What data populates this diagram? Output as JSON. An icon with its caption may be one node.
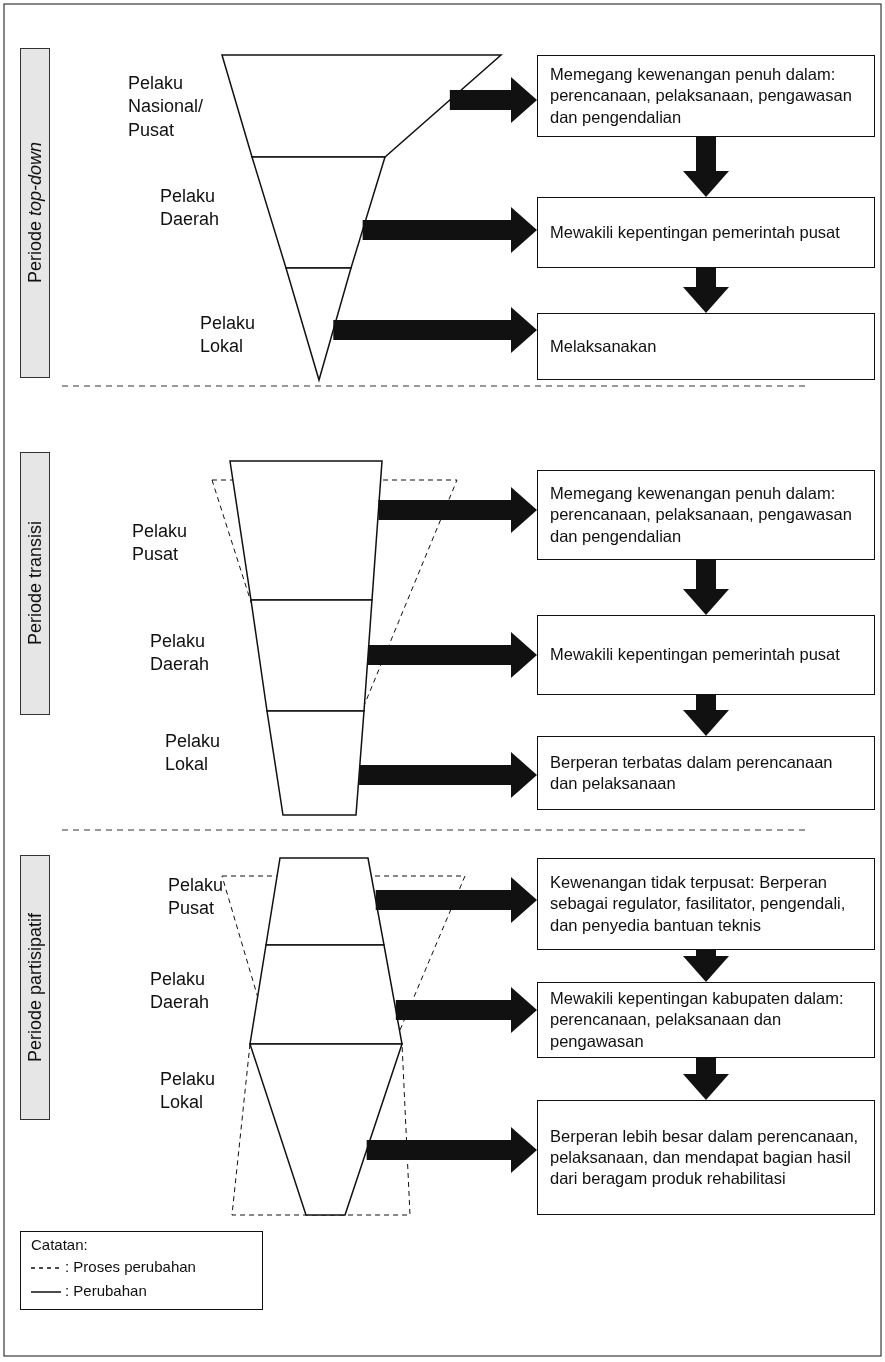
{
  "diagram": {
    "nodes": [
      {
        "text": [
          "Periode *top-down*"
        ]
      },
      {
        "text": [],
        "shape": "trapezoid",
        "beside": [
          "Pelaku Nasional/ Pusat"
        ]
      },
      {
        "text": [
          "Memegang kewenangan penuh dalam: perencanaan, pelaksanaan, pengawasan dan pengendalian"
        ]
      },
      {
        "text": [],
        "shape": "trapezoid",
        "beside": [
          "Pelaku Daerah"
        ]
      },
      {
        "text": [
          "Mewakili kepentingan pemerintah pusat"
        ]
      },
      {
        "text": [],
        "shape": "triangle",
        "beside": [
          "Pelaku Lokal"
        ]
      },
      {
        "text": [
          "Melaksanakan"
        ]
      },
      {
        "text": [
          "Periode transisi"
        ]
      },
      {
        "text": [],
        "shape": "trapezoid",
        "beside": [
          "Pelaku Pusat"
        ]
      },
      {
        "text": [
          "Memegang kewenangan penuh dalam: perencanaan, pelaksanaan, pengawasan dan pengendalian"
        ]
      },
      {
        "text": [],
        "shape": "trapezoid",
        "beside": [
          "Pelaku Daerah"
        ]
      },
      {
        "text": [
          "Mewakili kepentingan pemerintah pusat"
        ]
      },
      {
        "text": [],
        "shape": "trapezoid",
        "beside": [
          "Pelaku Lokal"
        ]
      },
      {
        "text": [
          "Berperan terbatas dalam perencanaan dan pelaksanaan"
        ]
      },
      {
        "text": [
          "Periode partisipatif"
        ]
      },
      {
        "text": [],
        "shape": "trapezoid",
        "beside": [
          "Pelaku Pusat"
        ]
      },
      {
        "text": [
          "Kewenangan tidak terpusat: Berperan sebagai regulator, fasilitator, pengendali, dan penyedia bantuan teknis"
        ]
      },
      {
        "text": [],
        "shape": "trapezoid",
        "beside": [
          "Pelaku Daerah"
        ]
      },
      {
        "text": [
          "Mewakili kepentingan kabupaten dalam: perencanaan, pelaksanaan dan pengawasan"
        ]
      },
      {
        "text": [],
        "shape": "trapezoid",
        "beside": [
          "Pelaku Lokal"
        ]
      },
      {
        "text": [
          "Berperan lebih besar dalam perencanaan, pelaksanaan, dan mendapat bagian hasil dari beragam produk rehabilitasi"
        ]
      }
    ],
    "edges": [
      {
        "from": 1,
        "to": 2,
        "arrow": "to"
      },
      {
        "from": 2,
        "to": 4,
        "arrow": "to"
      },
      {
        "from": 3,
        "to": 4,
        "arrow": "to"
      },
      {
        "from": 4,
        "to": 6,
        "arrow": "to"
      },
      {
        "from": 5,
        "to": 6,
        "arrow": "to"
      },
      {
        "from": 8,
        "to": 9,
        "arrow": "to"
      },
      {
        "from": 9,
        "to": 11,
        "arrow": "to"
      },
      {
        "from": 10,
        "to": 11,
        "arrow": "to"
      },
      {
        "from": 11,
        "to": 13,
        "arrow": "to"
      },
      {
        "from": 12,
        "to": 13,
        "arrow": "to"
      },
      {
        "from": 15,
        "to": 16,
        "arrow": "to"
      },
      {
        "from": 16,
        "to": 18,
        "arrow": "to"
      },
      {
        "from": 17,
        "to": 18,
        "arrow": "to"
      },
      {
        "from": 18,
        "to": 20,
        "arrow": "to"
      },
      {
        "from": 19,
        "to": 20,
        "arrow": "to"
      }
    ],
    "labels": [
      "Catatan:"
    ],
    "legend": [
      {
        "text": ": Proses perubahan"
      },
      {
        "text": ": Perubahan"
      }
    ]
  }
}
